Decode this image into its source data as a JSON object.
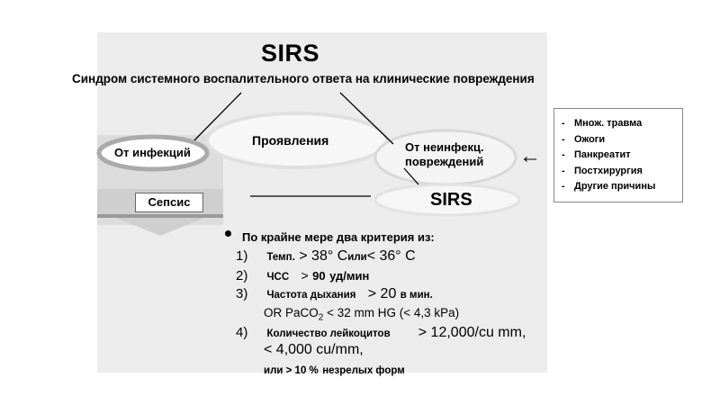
{
  "title": "SIRS",
  "subtitle": "Синдром системного воспалительного ответа на клинические повреждения",
  "diagram": {
    "infection": "От инфекций",
    "manifestations": "Проявления",
    "noninfectious_line1": "От неинфекц.",
    "noninfectious_line2": "повреждений",
    "sepsis": "Сепсис",
    "sirs_node": "SIRS"
  },
  "causes": [
    "Множ. травма",
    "Ожоги",
    "Панкреатит",
    "Постхирургия",
    "Другие причины"
  ],
  "criteria": {
    "heading": "По крайне мере два критерия из:",
    "c1": {
      "num": "1)",
      "label": "Темп.",
      "v1": "> 38° C",
      "or": "или",
      "v2": "< 36° C"
    },
    "c2": {
      "num": "2)",
      "label": "ЧСС",
      "gt": ">",
      "value": "90",
      "unit": "уд/мин"
    },
    "c3": {
      "num": "3)",
      "label": "Частота дыхания",
      "value": "> 20",
      "unit": "в мин."
    },
    "c3b": {
      "pre": "OR PaCO",
      "sub": "2",
      "post": " < 32 mm HG (< 4,3 kPa)"
    },
    "c4": {
      "num": "4)",
      "label": "Количество лейкоцитов",
      "value": "> 12,000/cu mm,"
    },
    "c4b": "< 4,000 cu/mm,",
    "c4c": {
      "pre": "или > 10 %",
      "post": "незрелых форм"
    }
  }
}
